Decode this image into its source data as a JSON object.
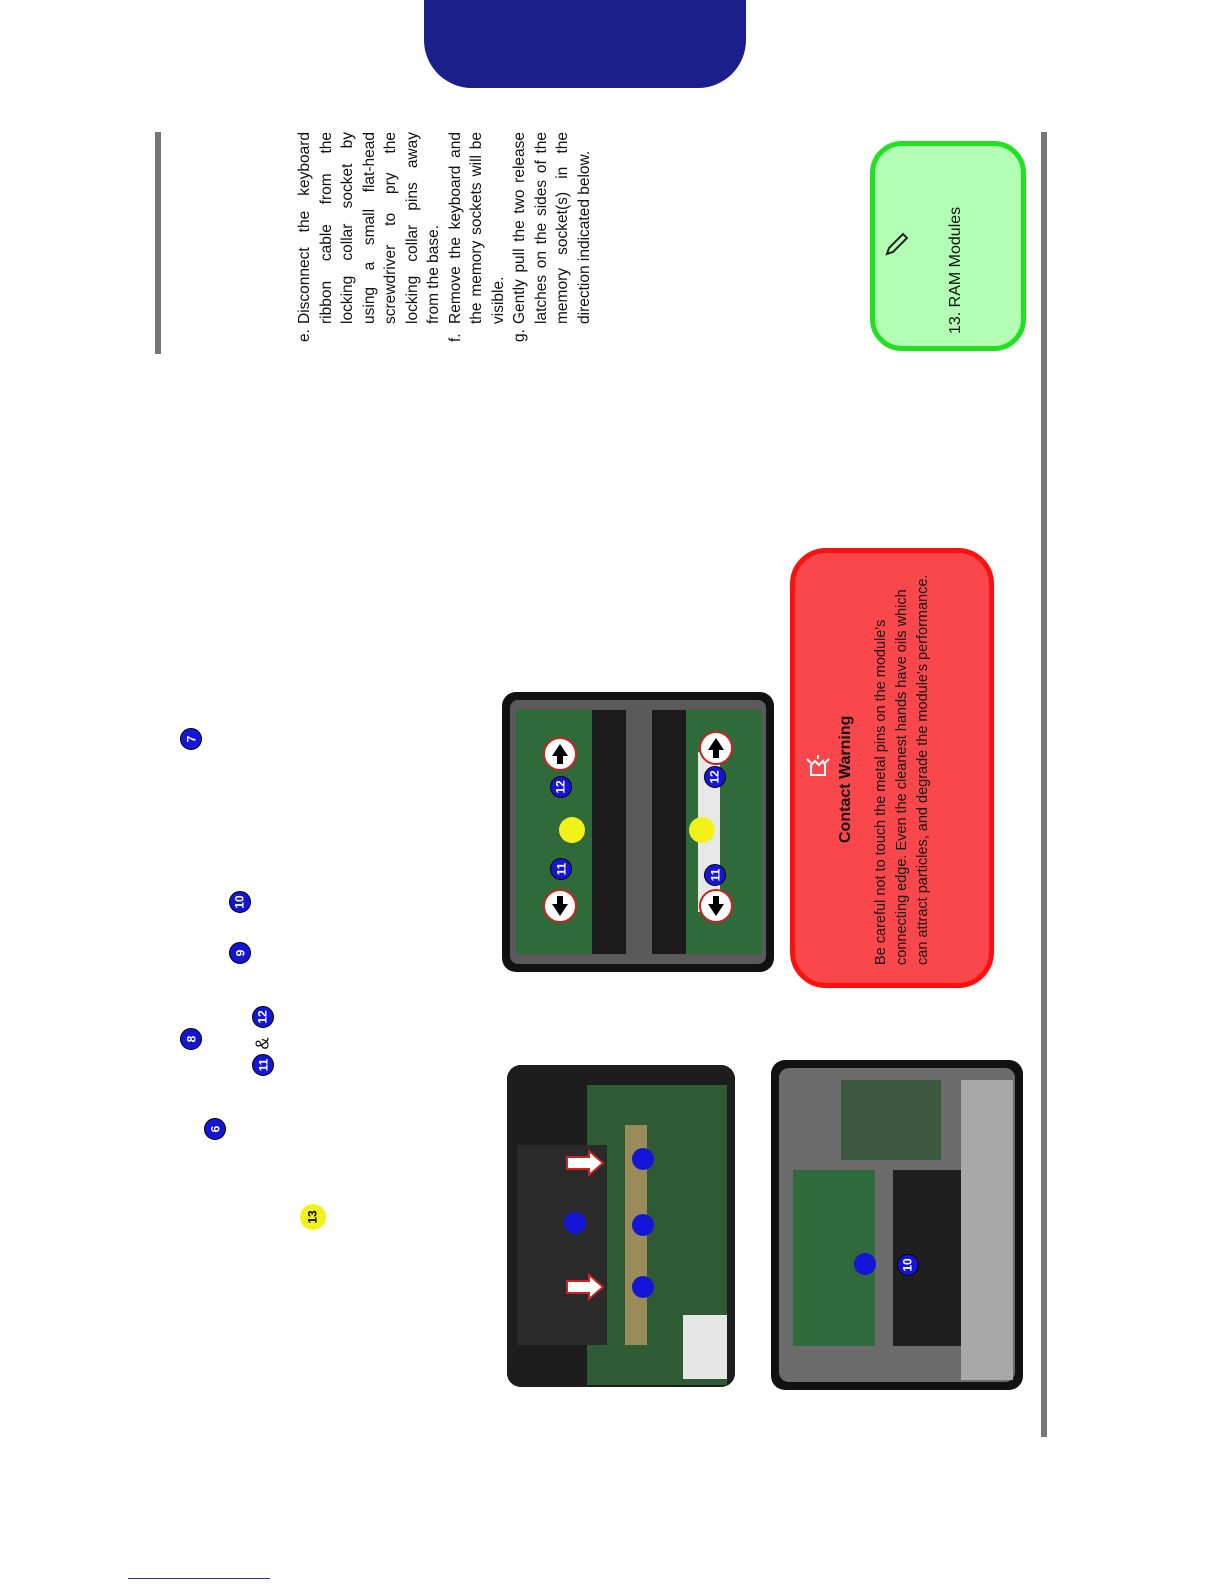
{
  "steps": [
    {
      "label": "e.",
      "text": "Disconnect the keyboard ribbon cable from the locking collar socket by using a small flat-head screwdriver to pry the locking collar pins away from the base."
    },
    {
      "label": "f.",
      "text": "Remove the keyboard and the memory sockets will be visible."
    },
    {
      "label": "g.",
      "text": "Gently pull the two release latches on the sides of the memory socket(s) in the direction indicated below."
    }
  ],
  "callouts": {
    "c7": "7",
    "c8": "8",
    "c9": "9",
    "c10": "10",
    "c11": "11",
    "c12": "12",
    "c13": "13",
    "amp": "&"
  },
  "warning": {
    "icon": "hand-warning-icon",
    "title": "Contact Warning",
    "text": "Be careful not to touch the metal pins on the module's connecting edge. Even the cleanest hands have oils which can attract particles, and degrade the module's performance."
  },
  "note": {
    "icon": "pen-icon",
    "text": "13. RAM Modules"
  },
  "photo_labels": {
    "p10": "10",
    "p11": "11",
    "p12": "12"
  },
  "colors": {
    "header": "#1a1f8c",
    "callout_blue": "#1515d8",
    "callout_yellow": "#f2f21a",
    "warning_fill": "#f9474c",
    "note_fill": "#b3ffb3"
  }
}
